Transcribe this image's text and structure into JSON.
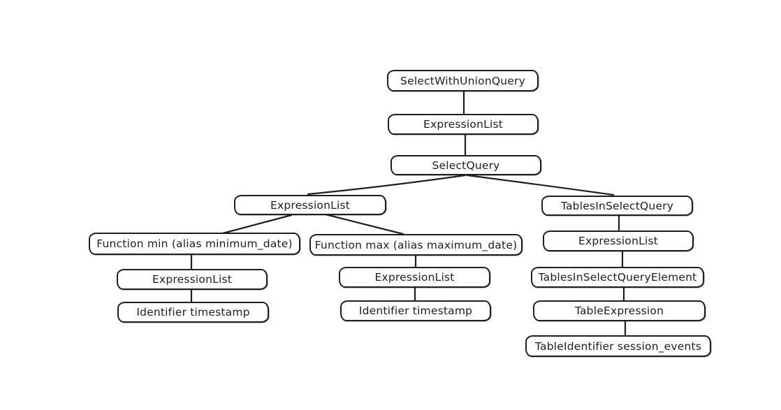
{
  "diagram": {
    "kind": "query-ast-tree",
    "colors": {
      "background": "#ffffff",
      "node_fill": "#ffffff",
      "stroke": "#1e1e1e"
    },
    "nodes": [
      {
        "id": "n1",
        "label": "SelectWithUnionQuery"
      },
      {
        "id": "n2",
        "label": "ExpressionList"
      },
      {
        "id": "n3",
        "label": "SelectQuery"
      },
      {
        "id": "n4",
        "label": "ExpressionList"
      },
      {
        "id": "n5",
        "label": "Function min (alias minimum_date)"
      },
      {
        "id": "n6",
        "label": "ExpressionList"
      },
      {
        "id": "n7",
        "label": "Identifier timestamp"
      },
      {
        "id": "n8",
        "label": "Function max (alias maximum_date)"
      },
      {
        "id": "n9",
        "label": "ExpressionList"
      },
      {
        "id": "n10",
        "label": "Identifier timestamp"
      },
      {
        "id": "n11",
        "label": "TablesInSelectQuery"
      },
      {
        "id": "n12",
        "label": "ExpressionList"
      },
      {
        "id": "n13",
        "label": "TablesInSelectQueryElement"
      },
      {
        "id": "n14",
        "label": "TableExpression"
      },
      {
        "id": "n15",
        "label": "TableIdentifier session_events"
      }
    ],
    "edges": [
      {
        "from": "n1",
        "to": "n2"
      },
      {
        "from": "n2",
        "to": "n3"
      },
      {
        "from": "n3",
        "to": "n4"
      },
      {
        "from": "n3",
        "to": "n11"
      },
      {
        "from": "n4",
        "to": "n5"
      },
      {
        "from": "n4",
        "to": "n8"
      },
      {
        "from": "n5",
        "to": "n6"
      },
      {
        "from": "n6",
        "to": "n7"
      },
      {
        "from": "n8",
        "to": "n9"
      },
      {
        "from": "n9",
        "to": "n10"
      },
      {
        "from": "n11",
        "to": "n12"
      },
      {
        "from": "n12",
        "to": "n13"
      },
      {
        "from": "n13",
        "to": "n14"
      },
      {
        "from": "n14",
        "to": "n15"
      }
    ]
  }
}
